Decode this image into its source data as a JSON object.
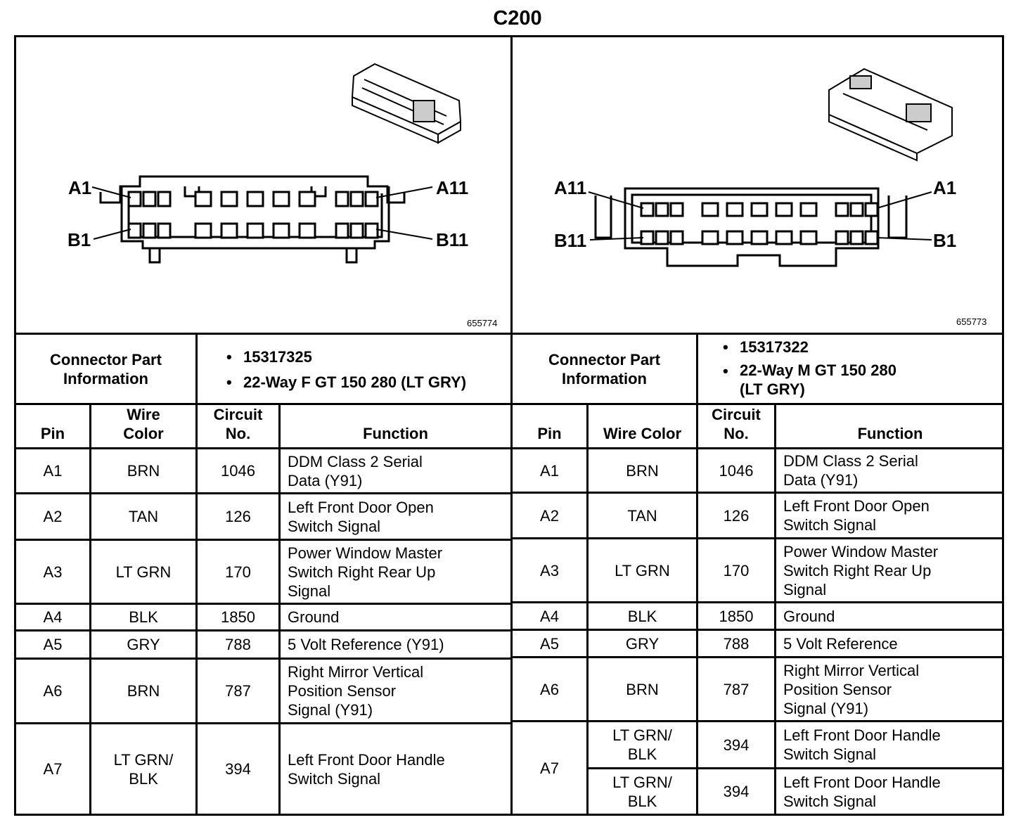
{
  "title": "C200",
  "figures": [
    {
      "id": "655774",
      "pin_labels": {
        "a_first": "A1",
        "a_last": "A11",
        "b_first": "B1",
        "b_last": "B11"
      }
    },
    {
      "id": "655773",
      "pin_labels": {
        "a_first": "A1",
        "a_last": "A11",
        "b_first": "B1",
        "b_last": "B11"
      }
    }
  ],
  "connectors": [
    {
      "part_info_label": "Connector Part Information",
      "part_numbers": [
        "15317325",
        "22-Way F GT 150 280 (LT GRY)"
      ],
      "headers": {
        "pin": "Pin",
        "wire": "Wire Color",
        "circuit": "Circuit No.",
        "function": "Function"
      },
      "rows": [
        {
          "pin": "A1",
          "wire": "BRN",
          "circuit": "1046",
          "function": "DDM Class 2 Serial\nData (Y91)"
        },
        {
          "pin": "A2",
          "wire": "TAN",
          "circuit": "126",
          "function": "Left Front Door Open\nSwitch Signal"
        },
        {
          "pin": "A3",
          "wire": "LT GRN",
          "circuit": "170",
          "function": "Power Window Master\nSwitch Right Rear Up\nSignal"
        },
        {
          "pin": "A4",
          "wire": "BLK",
          "circuit": "1850",
          "function": "Ground"
        },
        {
          "pin": "A5",
          "wire": "GRY",
          "circuit": "788",
          "function": "5 Volt Reference (Y91)"
        },
        {
          "pin": "A6",
          "wire": "BRN",
          "circuit": "787",
          "function": "Right Mirror Vertical\nPosition Sensor\nSignal (Y91)"
        },
        {
          "pin": "A7",
          "wire": "LT GRN/\nBLK",
          "circuit": "394",
          "function": "Left Front Door Handle\nSwitch Signal"
        }
      ]
    },
    {
      "part_info_label": "Connector Part Information",
      "part_numbers": [
        "15317322",
        "22-Way M GT 150 280\n(LT GRY)"
      ],
      "headers": {
        "pin": "Pin",
        "wire": "Wire Color",
        "circuit": "Circuit No.",
        "function": "Function"
      },
      "rows": [
        {
          "pin": "A1",
          "wire": "BRN",
          "circuit": "1046",
          "function": "DDM Class 2 Serial\nData (Y91)"
        },
        {
          "pin": "A2",
          "wire": "TAN",
          "circuit": "126",
          "function": "Left Front Door Open\nSwitch Signal"
        },
        {
          "pin": "A3",
          "wire": "LT GRN",
          "circuit": "170",
          "function": "Power Window Master\nSwitch Right Rear Up\nSignal"
        },
        {
          "pin": "A4",
          "wire": "BLK",
          "circuit": "1850",
          "function": "Ground"
        },
        {
          "pin": "A5",
          "wire": "GRY",
          "circuit": "788",
          "function": "5 Volt Reference"
        },
        {
          "pin": "A6",
          "wire": "BRN",
          "circuit": "787",
          "function": "Right Mirror Vertical\nPosition Sensor\nSignal (Y91)"
        },
        {
          "pin": "A7",
          "wire": "LT GRN/\nBLK",
          "circuit": "394",
          "function": "Left Front Door Handle\nSwitch Signal"
        },
        {
          "pin": "",
          "wire": "LT GRN/\nBLK",
          "circuit": "394",
          "function": "Left Front Door Handle\nSwitch Signal"
        }
      ]
    }
  ]
}
